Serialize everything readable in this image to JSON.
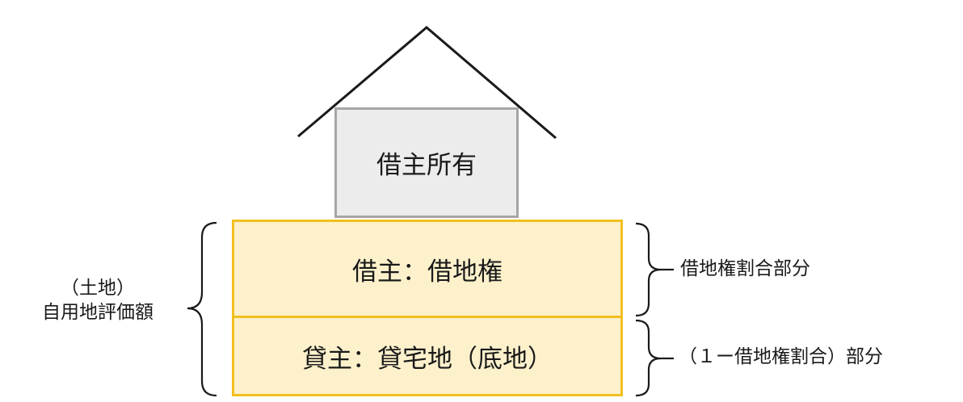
{
  "diagram": {
    "house_label": "借主所有",
    "land_upper_label": "借主：借地権",
    "land_lower_label": "貸主：貸宅地（底地）",
    "left_label_line1": "（土地）",
    "left_label_line2": "自用地評価額",
    "right_label_upper": "借地権割合部分",
    "right_label_lower": "（１ー借地権割合）部分"
  },
  "colors": {
    "roof_line": "#1a1a1a",
    "house_fill": "#ececec",
    "house_border": "#a6a6a6",
    "land_fill": "#fdf1cc",
    "land_border": "#f2bf1f",
    "brace": "#1a1a1a"
  }
}
